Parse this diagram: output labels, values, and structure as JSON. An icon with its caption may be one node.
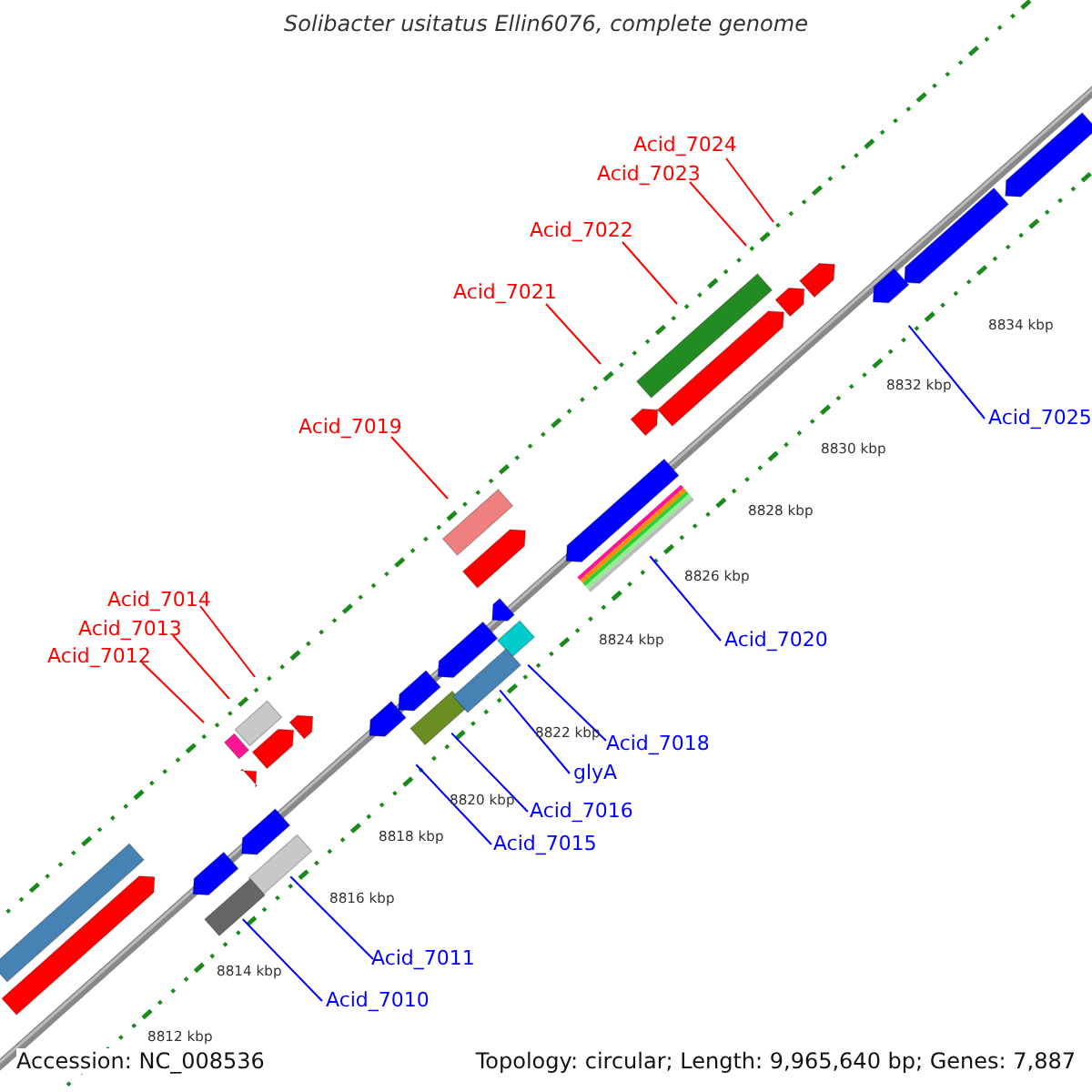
{
  "diagram": {
    "title": "Solibacter usitatus Ellin6076, complete genome",
    "nodes": [
      {
        "text": [
          "Acid_7024"
        ]
      },
      {
        "text": [
          "Acid_7023"
        ]
      },
      {
        "text": [
          "Acid_7022"
        ]
      },
      {
        "text": [
          "Acid_7021"
        ]
      },
      {
        "text": [
          "Acid_7019"
        ]
      },
      {
        "text": [
          "Acid_7014"
        ]
      },
      {
        "text": [
          "Acid_7013"
        ]
      },
      {
        "text": [
          "Acid_7012"
        ]
      },
      {
        "text": [
          "Acid_7025"
        ]
      },
      {
        "text": [
          "Acid_7020"
        ]
      },
      {
        "text": [
          "Acid_7018"
        ]
      },
      {
        "text": [
          "glyA"
        ]
      },
      {
        "text": [
          "Acid_7016"
        ]
      },
      {
        "text": [
          "Acid_7015"
        ]
      },
      {
        "text": [
          "Acid_7011"
        ]
      },
      {
        "text": [
          "Acid_7010"
        ]
      }
    ],
    "edges": [
      {
        "from": 0,
        "to": null,
        "arrow": "none",
        "color": "#ff0000"
      },
      {
        "from": 1,
        "to": null,
        "arrow": "none",
        "color": "#ff0000"
      },
      {
        "from": 2,
        "to": null,
        "arrow": "none",
        "color": "#ff0000"
      },
      {
        "from": 3,
        "to": null,
        "arrow": "none",
        "color": "#ff0000"
      },
      {
        "from": 4,
        "to": null,
        "arrow": "none",
        "color": "#ff0000"
      },
      {
        "from": 5,
        "to": null,
        "arrow": "none",
        "color": "#ff0000"
      },
      {
        "from": 6,
        "to": null,
        "arrow": "none",
        "color": "#ff0000"
      },
      {
        "from": 7,
        "to": null,
        "arrow": "none",
        "color": "#ff0000"
      },
      {
        "from": 8,
        "to": null,
        "arrow": "none",
        "color": "#0000ff"
      },
      {
        "from": 9,
        "to": null,
        "arrow": "none",
        "color": "#0000ff"
      },
      {
        "from": 10,
        "to": null,
        "arrow": "none",
        "color": "#0000ff"
      },
      {
        "from": 11,
        "to": null,
        "arrow": "none",
        "color": "#0000ff"
      },
      {
        "from": 12,
        "to": null,
        "arrow": "none",
        "color": "#0000ff"
      },
      {
        "from": 13,
        "to": null,
        "arrow": "none",
        "color": "#0000ff"
      },
      {
        "from": 14,
        "to": null,
        "arrow": "none",
        "color": "#0000ff"
      },
      {
        "from": 15,
        "to": null,
        "arrow": "none",
        "color": "#0000ff"
      }
    ],
    "labels": [
      "8834 kbp",
      "8832 kbp",
      "8830 kbp",
      "8828 kbp",
      "8826 kbp",
      "8824 kbp",
      "8822 kbp",
      "8820 kbp",
      "8818 kbp",
      "8816 kbp",
      "8814 kbp",
      "8812 kbp",
      "Accession: NC_008536",
      "Topology: circular; Length: 9,965,640 bp; Genes: 7,887"
    ]
  }
}
